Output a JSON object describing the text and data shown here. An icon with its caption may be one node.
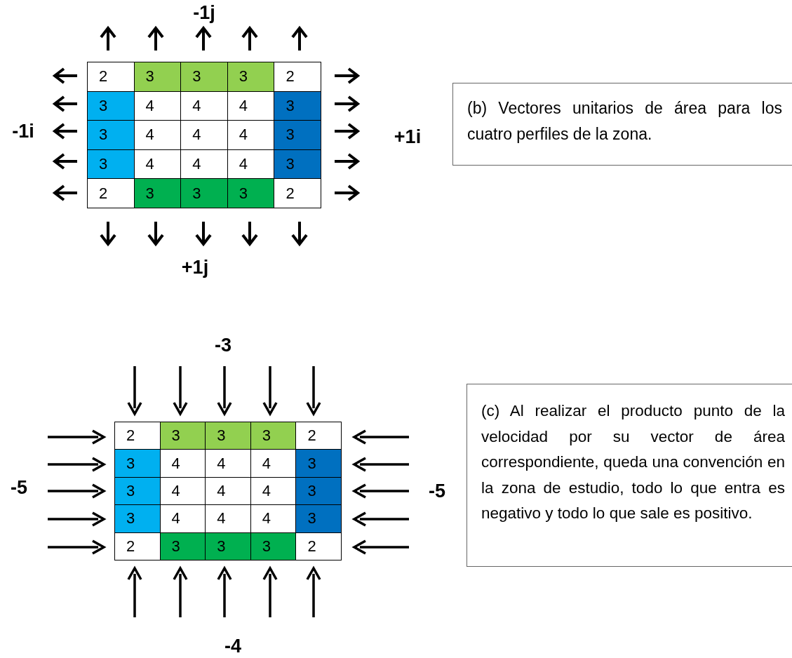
{
  "diagram": {
    "nodes": [
      {
        "text": [
          "(b) Vectores unitarios de área para los cuatro perfiles de la zona."
        ]
      },
      {
        "text": [
          "(c) Al realizar el producto punto de la velocidad por su vector de área correspondiente, queda una convención en la zona de estudio, todo lo que entra es negativo y todo lo que sale es positivo."
        ]
      }
    ],
    "edges": [],
    "labels": [
      "-1j",
      "2",
      "3",
      "3",
      "3",
      "2",
      "3",
      "4",
      "4",
      "4",
      "3",
      "3",
      "4",
      "4",
      "4",
      "3",
      "3",
      "4",
      "4",
      "4",
      "3",
      "2",
      "3",
      "3",
      "3",
      "2",
      "-1i",
      "+1i",
      "+1j",
      "-3",
      "2",
      "3",
      "3",
      "3",
      "2",
      "3",
      "4",
      "4",
      "4",
      "3",
      "3",
      "4",
      "4",
      "4",
      "3",
      "3",
      "4",
      "4",
      "4",
      "3",
      "2",
      "3",
      "3",
      "3",
      "2",
      "-5",
      "-5",
      "-4"
    ]
  }
}
